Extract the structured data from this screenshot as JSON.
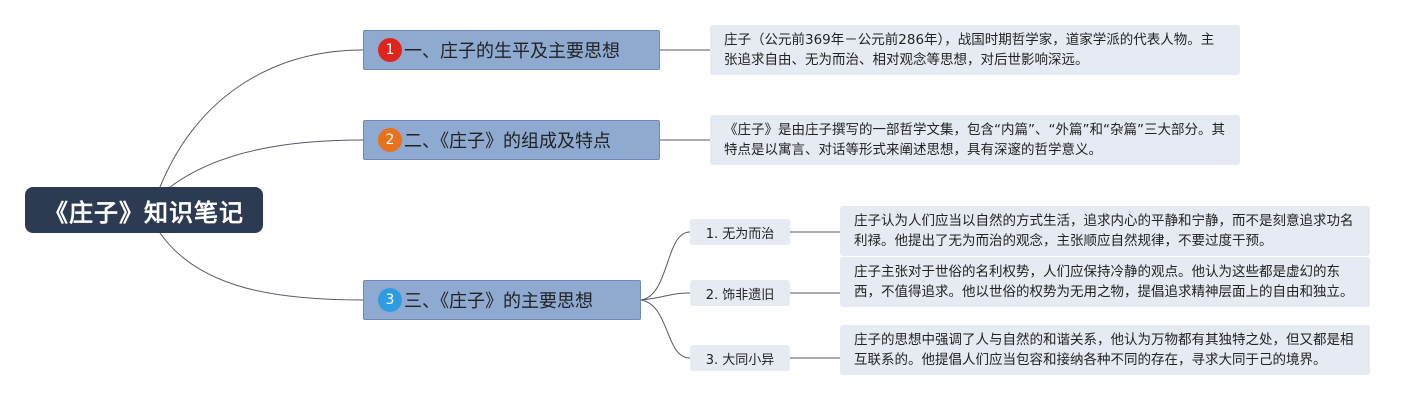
{
  "root": {
    "title": "《庄子》知识笔记"
  },
  "branches": [
    {
      "number": "1",
      "badge_color": "#e0241b",
      "label": "一、庄子的生平及主要思想",
      "note": "庄子（公元前369年－公元前286年），战国时期哲学家，道家学派的代表人物。主张追求自由、无为而治、相对观念等思想，对后世影响深远。"
    },
    {
      "number": "2",
      "badge_color": "#e8711c",
      "label": "二、《庄子》的组成及特点",
      "note": "《庄子》是由庄子撰写的一部哲学文集，包含“内篇”、“外篇”和“杂篇”三大部分。其特点是以寓言、对话等形式来阐述思想，具有深邃的哲学意义。"
    },
    {
      "number": "3",
      "badge_color": "#2f9be0",
      "label": "三、《庄子》的主要思想",
      "children": [
        {
          "label": "1. 无为而治",
          "note": "庄子认为人们应当以自然的方式生活，追求内心的平静和宁静，而不是刻意追求功名利禄。他提出了无为而治的观念，主张顺应自然规律，不要过度干预。"
        },
        {
          "label": "2. 饰非遗旧",
          "note": "庄子主张对于世俗的名利权势，人们应保持冷静的观点。他认为这些都是虚幻的东西，不值得追求。他以世俗的权势为无用之物，提倡追求精神层面上的自由和独立。"
        },
        {
          "label": "3. 大同小异",
          "note": "庄子的思想中强调了人与自然的和谐关系，他认为万物都有其独特之处，但又都是相互联系的。他提倡人们应当包容和接纳各种不同的存在，寻求大同于己的境界。"
        }
      ]
    }
  ],
  "colors": {
    "root_bg": "#2d3b52",
    "branch_bg": "#8eaad0",
    "note_bg": "#e6ebf3",
    "line": "#555a66"
  }
}
